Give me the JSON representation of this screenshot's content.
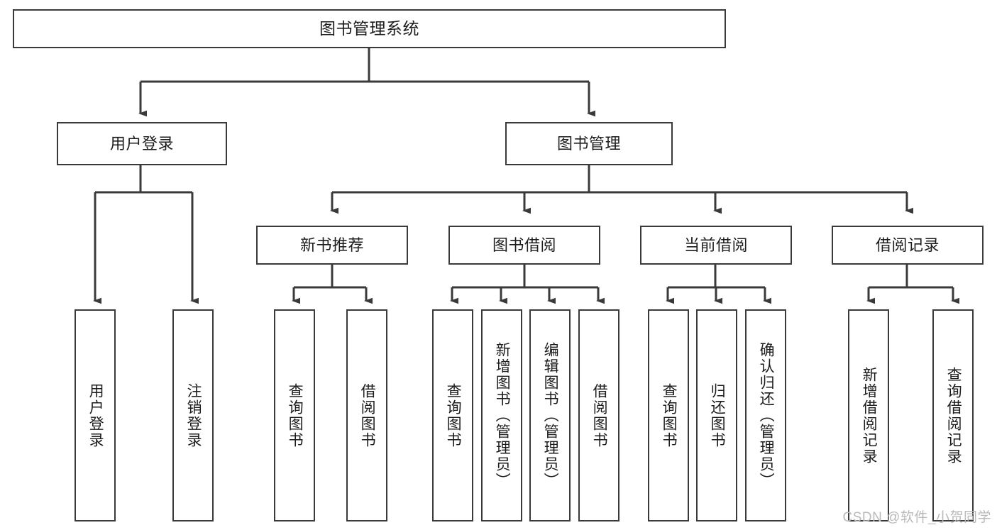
{
  "diagram": {
    "title": "图书管理系统",
    "type": "tree-hierarchy",
    "stroke_color": "#3a3a3a",
    "background_color": "#ffffff",
    "text_color": "#1c1c1c",
    "root": {
      "id": "root",
      "label": "图书管理系统"
    },
    "level2": [
      {
        "id": "user-login",
        "label": "用户登录"
      },
      {
        "id": "book-management",
        "label": "图书管理"
      }
    ],
    "level3": [
      {
        "id": "new-book-recommend",
        "label": "新书推荐",
        "parent": "book-management"
      },
      {
        "id": "book-borrow",
        "label": "图书借阅",
        "parent": "book-management"
      },
      {
        "id": "current-borrow",
        "label": "当前借阅",
        "parent": "book-management"
      },
      {
        "id": "borrow-record",
        "label": "借阅记录",
        "parent": "book-management"
      }
    ],
    "leaves": [
      {
        "id": "leaf-user-login",
        "label": "用户登录",
        "parent": "user-login"
      },
      {
        "id": "leaf-logout",
        "label": "注销登录",
        "parent": "user-login"
      },
      {
        "id": "leaf-query-book-1",
        "label": "查询图书",
        "parent": "new-book-recommend"
      },
      {
        "id": "leaf-borrow-book-1",
        "label": "借阅图书",
        "parent": "new-book-recommend"
      },
      {
        "id": "leaf-query-book-2",
        "label": "查询图书",
        "parent": "book-borrow"
      },
      {
        "id": "leaf-add-book",
        "label": "新增图书（管理员）",
        "parent": "book-borrow"
      },
      {
        "id": "leaf-edit-book",
        "label": "编辑图书（管理员）",
        "parent": "book-borrow"
      },
      {
        "id": "leaf-borrow-book-2",
        "label": "借阅图书",
        "parent": "book-borrow"
      },
      {
        "id": "leaf-query-book-3",
        "label": "查询图书",
        "parent": "current-borrow"
      },
      {
        "id": "leaf-return-book",
        "label": "归还图书",
        "parent": "current-borrow"
      },
      {
        "id": "leaf-confirm-return",
        "label": "确认归还（管理员）",
        "parent": "current-borrow"
      },
      {
        "id": "leaf-add-record",
        "label": "新增借阅记录",
        "parent": "borrow-record"
      },
      {
        "id": "leaf-query-record",
        "label": "查询借阅记录",
        "parent": "borrow-record"
      }
    ]
  },
  "watermark": {
    "text": "CSDN @软件_小贺同学"
  }
}
